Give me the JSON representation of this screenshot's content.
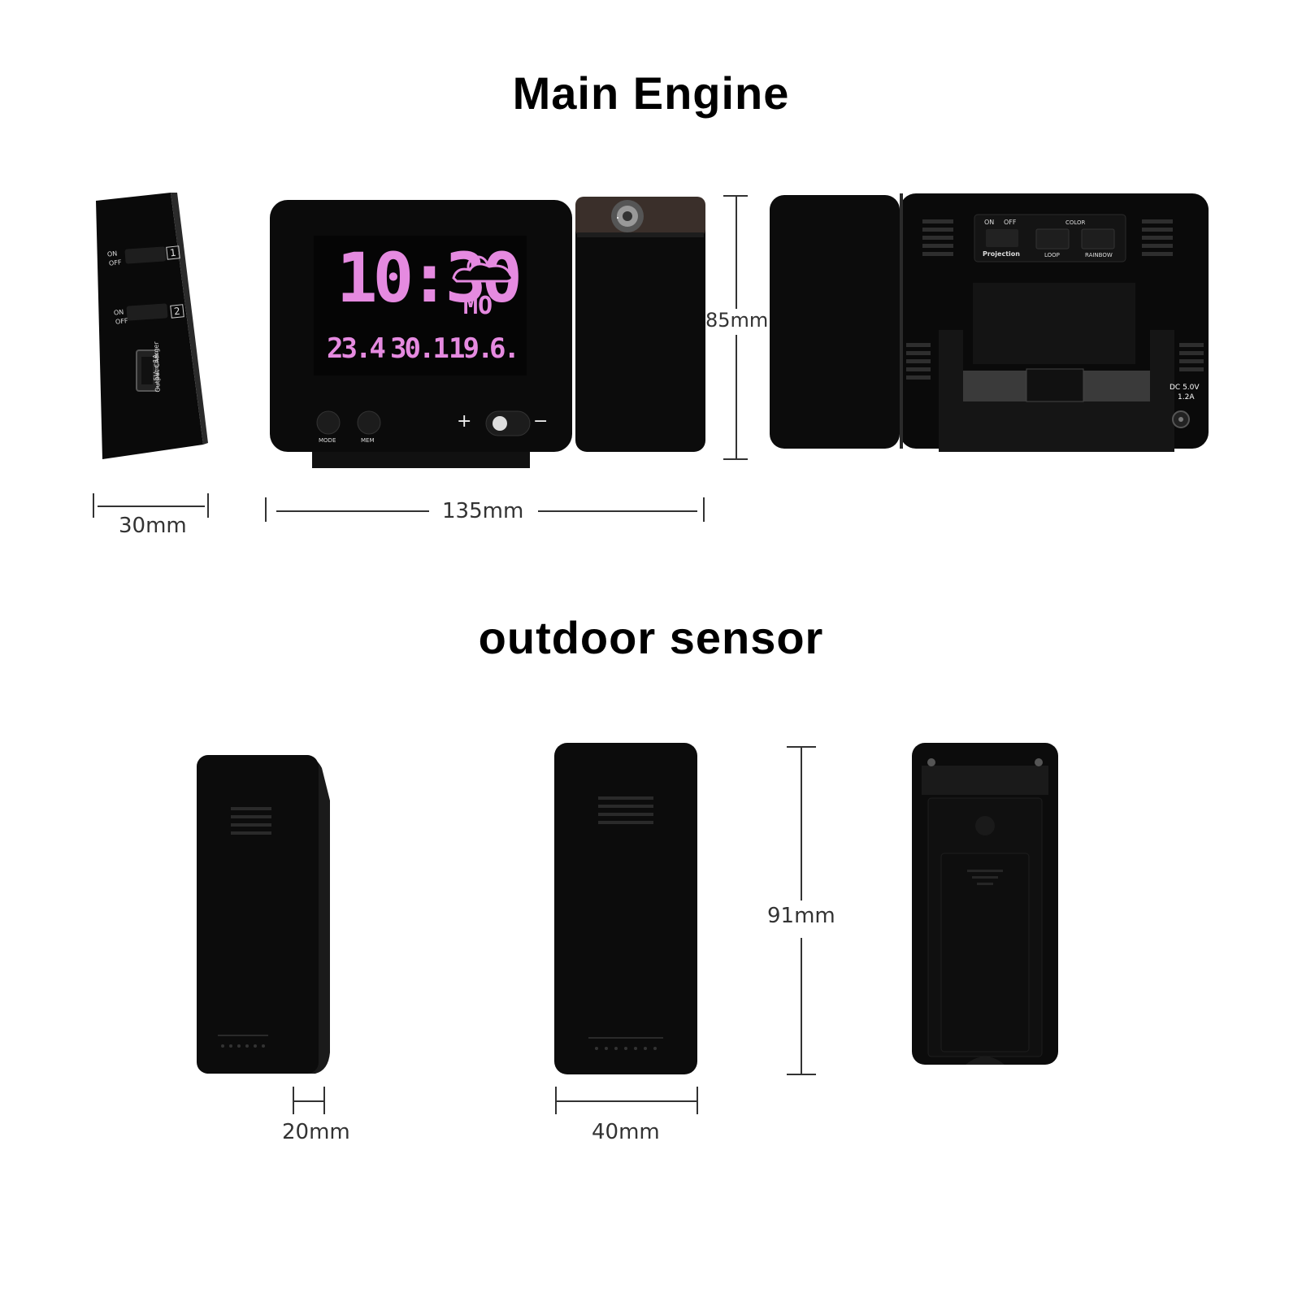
{
  "main_engine": {
    "title": "Main Engine",
    "side_view": {
      "switch1_on": "ON",
      "switch1_off": "OFF",
      "switch1_num": "1",
      "switch2_on": "ON",
      "switch2_off": "OFF",
      "switch2_num": "2",
      "charger_label": "Output Charger",
      "charger_rating": "5V ⎓ 1A"
    },
    "front_view": {
      "lcd_time": "10:30",
      "lcd_day": "MO",
      "lcd_indoor": "23.4",
      "lcd_outdoor": "30.1",
      "lcd_date": "19.",
      "lcd_month": "6.",
      "button_mode": "MODE",
      "button_mem": "MEM",
      "plus_symbol": "+",
      "minus_symbol": "−",
      "lcd_color": "#e58ae0"
    },
    "back_view": {
      "switch_on": "ON",
      "switch_off": "OFF",
      "projection_label": "Projection",
      "color_label": "COLOR",
      "loop_label": "LOOP",
      "rainbow_label": "RAINBOW",
      "dc_label": "DC 5.0V",
      "dc_current": "1.2A"
    },
    "dimensions": {
      "depth": "30mm",
      "width": "135mm",
      "height": "85mm"
    }
  },
  "outdoor_sensor": {
    "title": "outdoor sensor",
    "dimensions": {
      "depth": "20mm",
      "width": "40mm",
      "height": "91mm"
    }
  }
}
